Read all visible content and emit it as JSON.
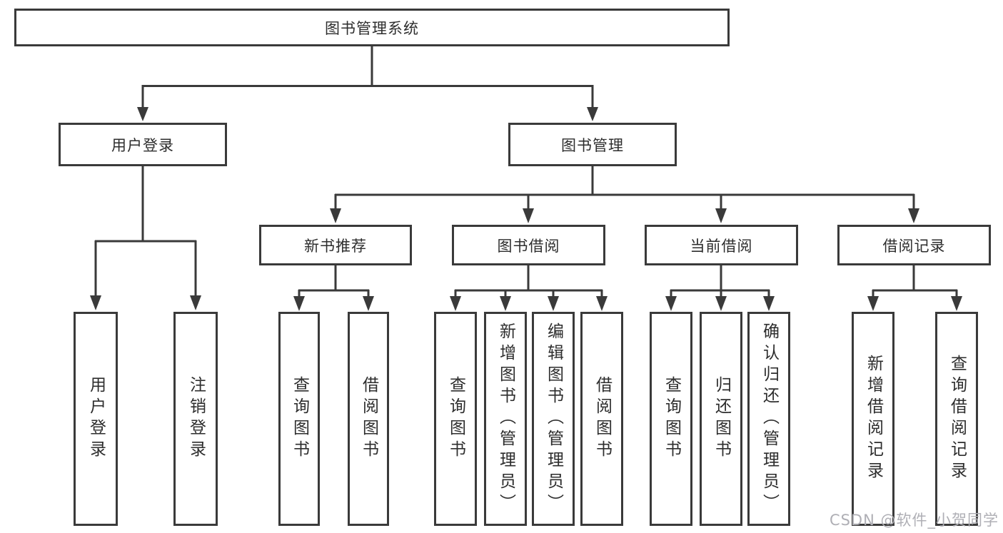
{
  "diagram_type": "hierarchy-tree",
  "colors": {
    "line": "#3a3a3a",
    "box_border": "#3a3a3a",
    "text": "#2d2d2d",
    "background": "#ffffff",
    "watermark": "#afafb5"
  },
  "tree": {
    "label": "图书管理系统",
    "children": [
      {
        "label": "用户登录",
        "children": [
          {
            "label": "用户登录"
          },
          {
            "label": "注销登录"
          }
        ]
      },
      {
        "label": "图书管理",
        "children": [
          {
            "label": "新书推荐",
            "children": [
              {
                "label": "查询图书"
              },
              {
                "label": "借阅图书"
              }
            ]
          },
          {
            "label": "图书借阅",
            "children": [
              {
                "label": "查询图书"
              },
              {
                "label": "新增图书（管理员）"
              },
              {
                "label": "编辑图书（管理员）"
              },
              {
                "label": "借阅图书"
              }
            ]
          },
          {
            "label": "当前借阅",
            "children": [
              {
                "label": "查询图书"
              },
              {
                "label": "归还图书"
              },
              {
                "label": "确认归还（管理员）"
              }
            ]
          },
          {
            "label": "借阅记录",
            "children": [
              {
                "label": "新增借阅记录"
              },
              {
                "label": "查询借阅记录"
              }
            ]
          }
        ]
      }
    ]
  },
  "watermark": {
    "text": "CSDN @软件_小贺同学"
  }
}
